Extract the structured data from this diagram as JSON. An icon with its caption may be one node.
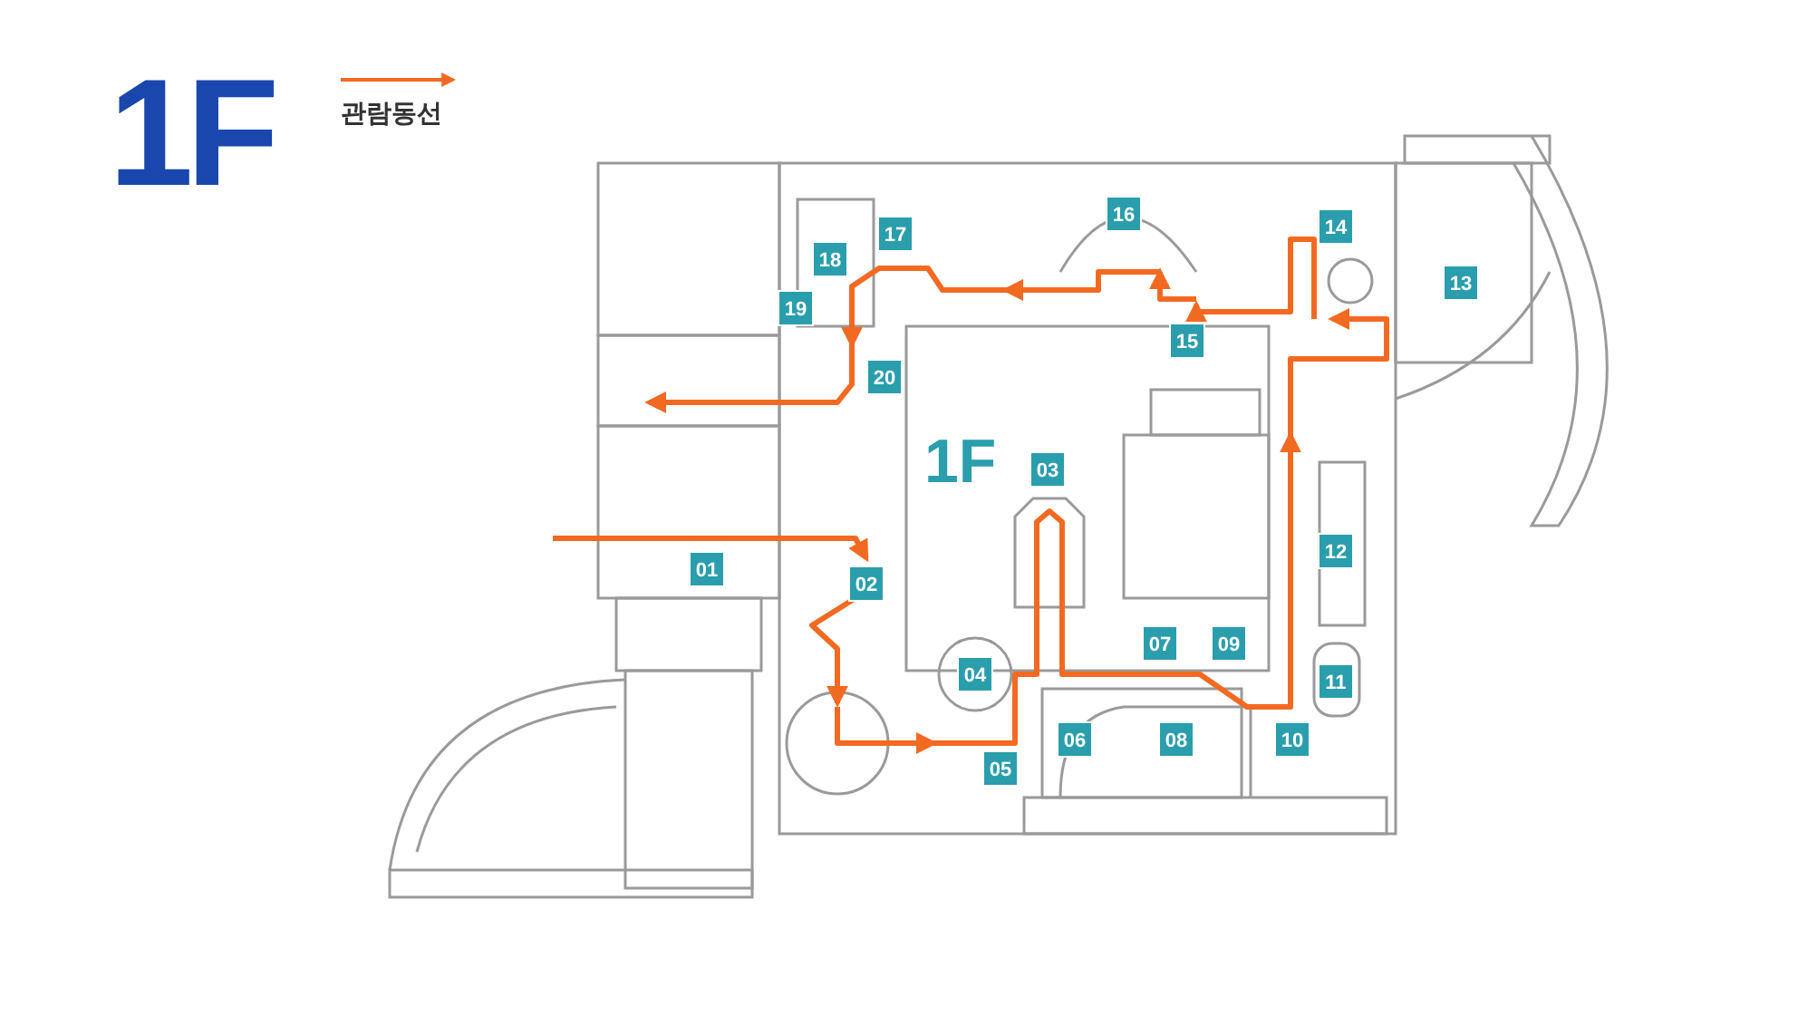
{
  "diagram": {
    "title": "1F",
    "labels": [
      "14",
      "16",
      "17",
      "13",
      "18",
      "19",
      "15",
      "20",
      "1F",
      "03",
      "12",
      "01",
      "02",
      "07",
      "09",
      "04",
      "11",
      "06",
      "08",
      "10",
      "05"
    ],
    "legend": [
      {
        "text": "관람동선"
      }
    ]
  }
}
